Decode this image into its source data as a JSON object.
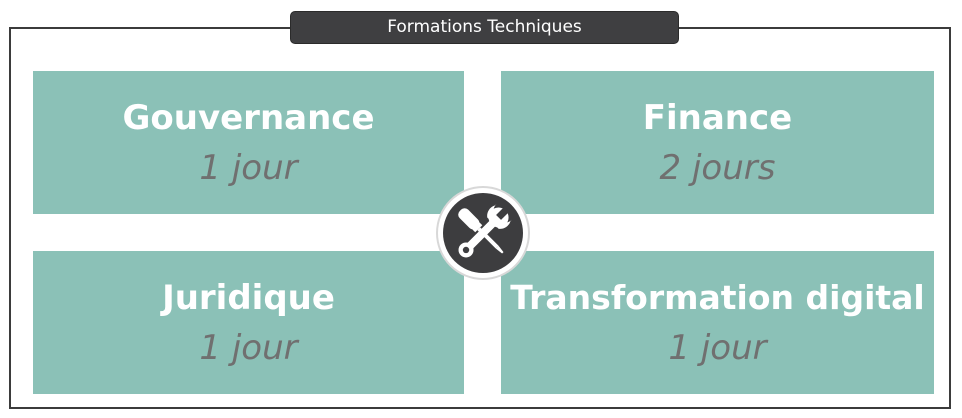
{
  "header": {
    "title": "Formations Techniques"
  },
  "tiles": [
    {
      "title": "Gouvernance",
      "duration": "1 jour"
    },
    {
      "title": "Finance",
      "duration": "2 jours"
    },
    {
      "title": "Juridique",
      "duration": "1 jour"
    },
    {
      "title": "Transformation digital",
      "duration": "1 jour"
    }
  ],
  "hub": {
    "icon": "wrench-screwdriver-icon"
  },
  "colors": {
    "tile_background": "#8bc1b7",
    "tile_title": "#ffffff",
    "tile_duration": "#707070",
    "header_background": "#3f3f41",
    "hub_background": "#3d3d3f",
    "frame_border": "#3b3b3b"
  }
}
